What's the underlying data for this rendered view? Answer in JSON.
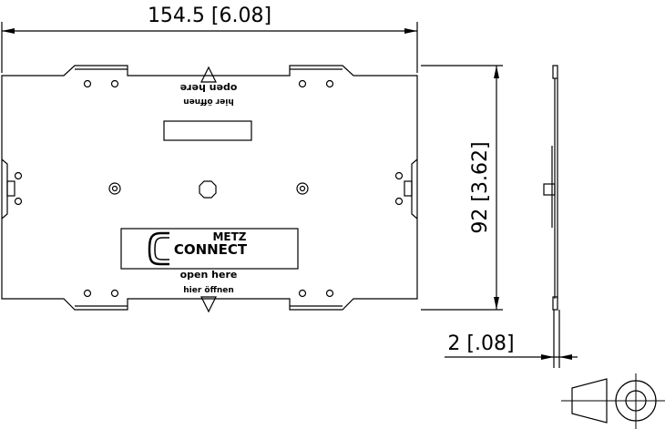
{
  "dimensions": {
    "width": "154.5 [6.08]",
    "height": "92 [3.62]",
    "thickness": "2 [.08]"
  },
  "plate": {
    "top_label_line1": "open here",
    "top_label_line2": "hier öffnen",
    "bottom_label_line1": "open here",
    "bottom_label_line2": "hier öffnen"
  },
  "logo": {
    "line1": "METZ",
    "line2": "CONNECT"
  }
}
